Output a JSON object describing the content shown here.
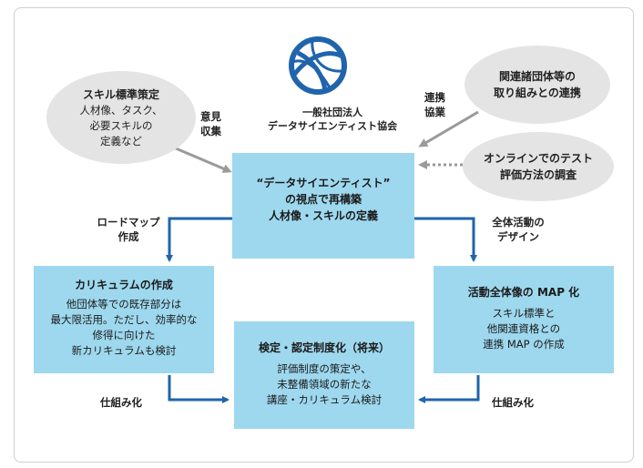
{
  "organization": {
    "line1": "一般社団法人",
    "line2": "データサイエンティスト協会"
  },
  "center": {
    "line1": "“データサイエンティスト”",
    "line2": "の視点で再構築",
    "line3": "人材像・スキルの定義"
  },
  "skill_standard": {
    "title": "スキル標準策定",
    "line1": "人材像、タスク、",
    "line2": "必要スキルの",
    "line3": "定義など"
  },
  "related_orgs": {
    "line1": "関連諸団体等の",
    "line2": "取り組みとの連携"
  },
  "online_test": {
    "line1": "オンラインでのテスト",
    "line2": "評価方法の調査"
  },
  "curriculum": {
    "title": "カリキュラムの作成",
    "line1": "他団体等での既存部分は",
    "line2": "最大限活用。ただし、効率的な",
    "line3": "修得に向けた",
    "line4": "新カリキュラムも検討"
  },
  "map": {
    "title": "活動全体像の MAP 化",
    "line1": "スキル標準と",
    "line2": "他関連資格との",
    "line3": "連携 MAP の作成"
  },
  "certification": {
    "title": "検定・認定制度化（将来）",
    "line1": "評価制度の策定や、",
    "line2": "未整備領域の新たな",
    "line3": "講座・カリキュラム検討"
  },
  "labels": {
    "opinion_line1": "意見",
    "opinion_line2": "収集",
    "coop_line1": "連携",
    "coop_line2": "協業",
    "roadmap_line1": "ロードマップ",
    "roadmap_line2": "作成",
    "design_line1": "全体活動の",
    "design_line2": "デザイン",
    "mechanism_left": "仕組み化",
    "mechanism_right": "仕組み化"
  },
  "colors": {
    "box_fill": "#9ed8ee",
    "ellipse_fill": "#e4e4e4",
    "arrow_blue": "#1f64ad",
    "arrow_gray": "#9a9a9a",
    "logo_blue": "#1f64ad"
  }
}
